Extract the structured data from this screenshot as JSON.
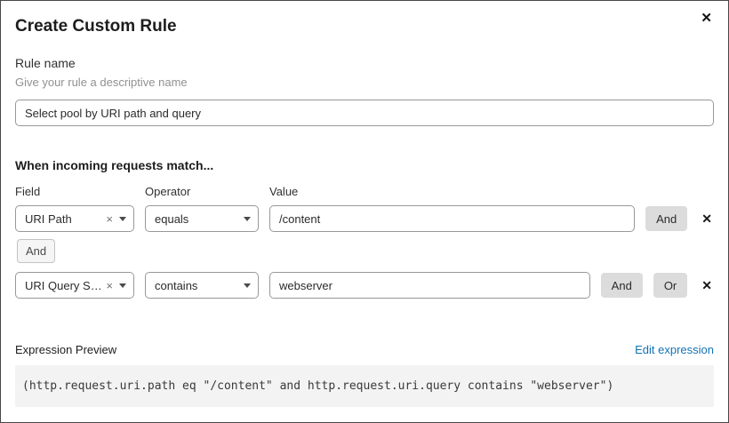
{
  "dialog": {
    "title": "Create Custom Rule"
  },
  "icons": {
    "close": "✕",
    "clear": "×",
    "remove": "✕"
  },
  "colors": {
    "link": "#1273b5",
    "button_bg": "#dcdcdc"
  },
  "rule_name": {
    "label": "Rule name",
    "hint": "Give your rule a descriptive name",
    "value": "Select pool by URI path and query"
  },
  "match": {
    "heading": "When incoming requests match...",
    "columns": {
      "field": "Field",
      "operator": "Operator",
      "value": "Value"
    },
    "connector": "And",
    "rows": [
      {
        "field": "URI Path",
        "operator": "equals",
        "value": "/content",
        "and_label": "And"
      },
      {
        "field": "URI Query St...",
        "operator": "contains",
        "value": "webserver",
        "and_label": "And",
        "or_label": "Or"
      }
    ]
  },
  "expression": {
    "label": "Expression Preview",
    "edit_link": "Edit expression",
    "code": "(http.request.uri.path eq \"/content\" and http.request.uri.query contains \"webserver\")"
  }
}
